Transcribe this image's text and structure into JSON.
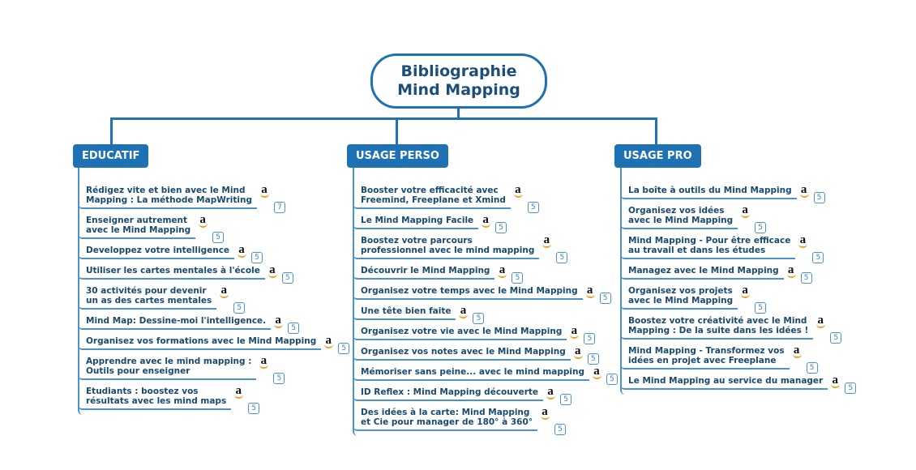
{
  "root": {
    "title": "Bibliographie\nMind Mapping"
  },
  "colors": {
    "primary": "#1e72b4",
    "line": "#4a93cc",
    "text": "#1a4a6e",
    "amazon": "#f0a020"
  },
  "branches": [
    {
      "label": "EDUCATIF",
      "items": [
        {
          "text": "Rédigez vite et bien avec le Mind\nMapping : La méthode MapWriting",
          "icon": "amazon-icon",
          "badge": "7"
        },
        {
          "text": "Enseigner autrement\navec le Mind Mapping",
          "icon": "amazon-icon",
          "badge": "5"
        },
        {
          "text": "Developpez votre intelligence",
          "icon": "amazon-icon",
          "badge": "5"
        },
        {
          "text": "Utiliser les cartes mentales à l'école",
          "icon": "amazon-icon",
          "badge": "5"
        },
        {
          "text": "30 activités pour devenir\nun as des cartes mentales",
          "icon": "amazon-icon",
          "badge": "5"
        },
        {
          "text": "Mind Map: Dessine-moi l'intelligence.",
          "icon": "amazon-icon",
          "badge": "5"
        },
        {
          "text": "Organisez vos formations avec le Mind Mapping",
          "icon": "amazon-icon",
          "badge": "5"
        },
        {
          "text": "Apprendre avec le mind mapping :\nOutils pour enseigner",
          "icon": "amazon-icon",
          "badge": "5"
        },
        {
          "text": "Etudiants : boostez vos\nrésultats avec les mind maps",
          "icon": "amazon-icon",
          "badge": "5"
        }
      ]
    },
    {
      "label": "USAGE PERSO",
      "items": [
        {
          "text": "Booster votre efficacité avec\nFreemind, Freeplane et Xmind",
          "icon": "amazon-icon",
          "badge": "5"
        },
        {
          "text": "Le Mind Mapping Facile",
          "icon": "amazon-icon",
          "badge": "5"
        },
        {
          "text": "Boostez votre parcours\nprofessionnel avec le mind mapping",
          "icon": "amazon-icon",
          "badge": "5"
        },
        {
          "text": "Découvrir le Mind Mapping",
          "icon": "amazon-icon",
          "badge": "5"
        },
        {
          "text": "Organisez votre temps avec le Mind Mapping",
          "icon": "amazon-icon",
          "badge": "5"
        },
        {
          "text": "Une tête bien faite",
          "icon": "amazon-icon",
          "badge": "5"
        },
        {
          "text": "Organisez votre vie avec le Mind Mapping",
          "icon": "amazon-icon",
          "badge": "5"
        },
        {
          "text": "Organisez vos notes avec le Mind Mapping",
          "icon": "amazon-icon",
          "badge": "5"
        },
        {
          "text": "Mémoriser sans peine... avec le mind mapping",
          "icon": "amazon-icon",
          "badge": "5"
        },
        {
          "text": "ID Reflex : Mind Mapping découverte",
          "icon": "amazon-icon",
          "badge": "5"
        },
        {
          "text": "Des idées à la carte: Mind Mapping\net Cie pour manager de 180° à 360°",
          "icon": "amazon-icon",
          "badge": "5"
        }
      ]
    },
    {
      "label": "USAGE PRO",
      "items": [
        {
          "text": "La boîte à outils du Mind Mapping",
          "icon": "amazon-icon",
          "badge": "5"
        },
        {
          "text": "Organisez vos idées\navec le Mind Mapping",
          "icon": "amazon-icon",
          "badge": "5"
        },
        {
          "text": "Mind Mapping - Pour être efficace\nau travail et dans les études",
          "icon": "amazon-icon",
          "badge": "5"
        },
        {
          "text": "Managez avec le Mind Mapping",
          "icon": "amazon-icon",
          "badge": "5"
        },
        {
          "text": "Organisez vos projets\navec le Mind Mapping",
          "icon": "amazon-icon",
          "badge": "5"
        },
        {
          "text": "Boostez votre créativité avec le Mind\nMapping : De la suite dans les idées !",
          "icon": "amazon-icon",
          "badge": "5"
        },
        {
          "text": "Mind Mapping - Transformez vos\nidées en projet avec Freeplane",
          "icon": "amazon-icon",
          "badge": "5"
        },
        {
          "text": "Le Mind Mapping au service du manager",
          "icon": "amazon-icon",
          "badge": "5"
        }
      ]
    }
  ]
}
